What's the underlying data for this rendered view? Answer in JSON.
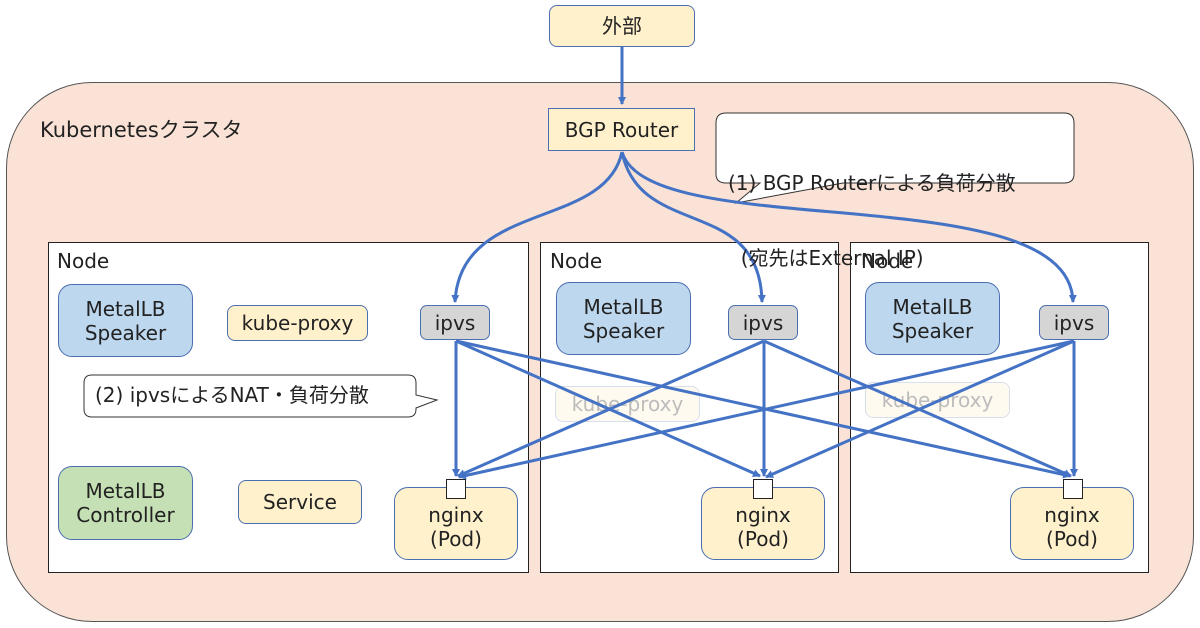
{
  "external": {
    "label": "外部"
  },
  "cluster": {
    "label": "Kubernetesクラスタ"
  },
  "router": {
    "label": "BGP Router"
  },
  "callout1": {
    "line1": "(1) BGP Routerによる負荷分散",
    "line2": "  (宛先はExternal IP)"
  },
  "callout2": {
    "text": "(2) ipvsによるNAT・負荷分散"
  },
  "nodes": [
    {
      "label": "Node",
      "speaker": {
        "line1": "MetalLB",
        "line2": "Speaker"
      },
      "kube_proxy": "kube-proxy",
      "ipvs": "ipvs",
      "controller": {
        "line1": "MetalLB",
        "line2": "Controller"
      },
      "service": "Service",
      "pod": {
        "line1": "nginx",
        "line2": "(Pod)"
      }
    },
    {
      "label": "Node",
      "speaker": {
        "line1": "MetalLB",
        "line2": "Speaker"
      },
      "kube_proxy": "kube-proxy",
      "ipvs": "ipvs",
      "pod": {
        "line1": "nginx",
        "line2": "(Pod)"
      }
    },
    {
      "label": "Node",
      "speaker": {
        "line1": "MetalLB",
        "line2": "Speaker"
      },
      "kube_proxy": "kube-proxy",
      "ipvs": "ipvs",
      "pod": {
        "line1": "nginx",
        "line2": "(Pod)"
      }
    }
  ],
  "colors": {
    "arrow": "#4472c4",
    "cluster_bg": "#fae3d6",
    "speaker": "#bdd7ee",
    "controller": "#c5e0b4",
    "component": "#fff1cc",
    "ipvs": "#d5d5d5"
  }
}
